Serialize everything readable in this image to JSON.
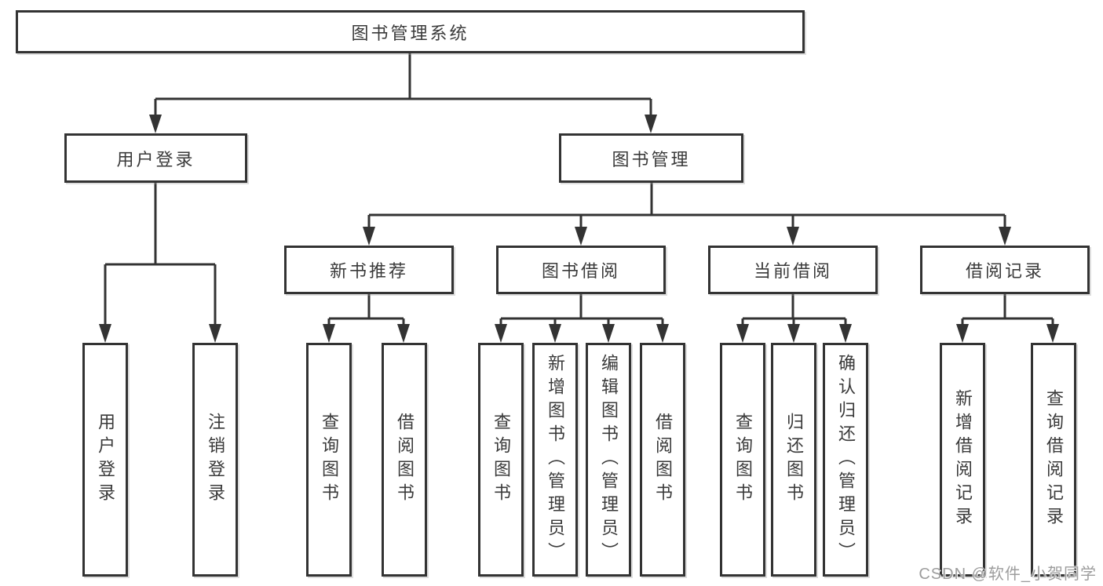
{
  "diagram": {
    "root": {
      "label": "图书管理系统"
    },
    "level2": [
      {
        "label": "用户登录"
      },
      {
        "label": "图书管理"
      }
    ],
    "level3": [
      {
        "label": "新书推荐",
        "parent": "图书管理"
      },
      {
        "label": "图书借阅",
        "parent": "图书管理"
      },
      {
        "label": "当前借阅",
        "parent": "图书管理"
      },
      {
        "label": "借阅记录",
        "parent": "图书管理"
      }
    ],
    "leaves": [
      {
        "label": "用户登录",
        "parent": "用户登录"
      },
      {
        "label": "注销登录",
        "parent": "用户登录"
      },
      {
        "label": "查询图书",
        "parent": "新书推荐"
      },
      {
        "label": "借阅图书",
        "parent": "新书推荐"
      },
      {
        "label": "查询图书",
        "parent": "图书借阅"
      },
      {
        "label": "新增图书（管理员）",
        "parent": "图书借阅"
      },
      {
        "label": "编辑图书（管理员）",
        "parent": "图书借阅"
      },
      {
        "label": "借阅图书",
        "parent": "图书借阅"
      },
      {
        "label": "查询图书",
        "parent": "当前借阅"
      },
      {
        "label": "归还图书",
        "parent": "当前借阅"
      },
      {
        "label": "确认归还（管理员）",
        "parent": "当前借阅"
      },
      {
        "label": "新增借阅记录",
        "parent": "借阅记录"
      },
      {
        "label": "查询借阅记录",
        "parent": "借阅记录"
      }
    ]
  },
  "watermark": "CSDN @软件_小贺同学",
  "colors": {
    "line": "#333333",
    "text": "#3a3a3a",
    "watermark": "#9d9d9d",
    "background": "#ffffff"
  }
}
